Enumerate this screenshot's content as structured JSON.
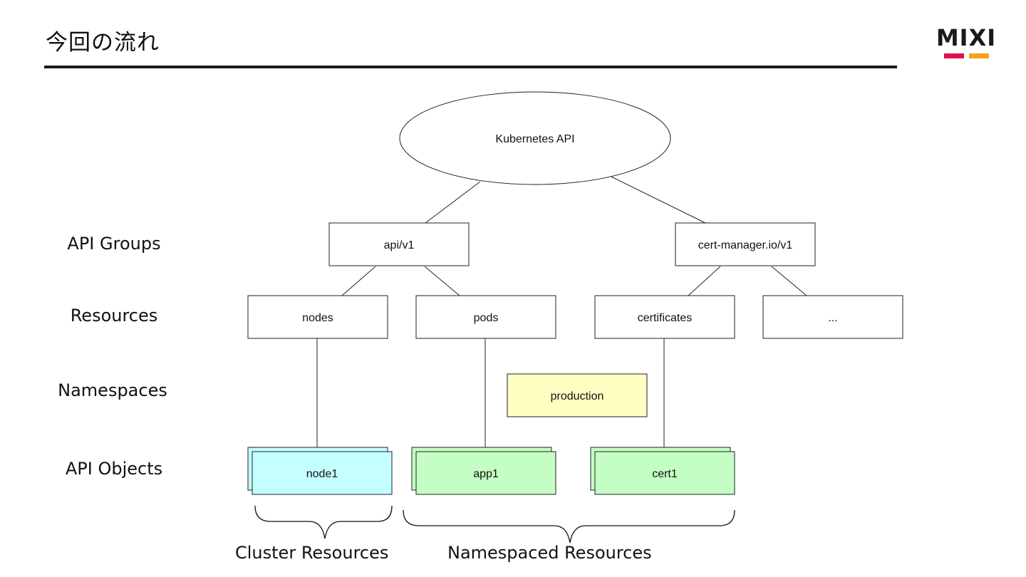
{
  "header": {
    "title": "今回の流れ",
    "logo_text": "MIXI",
    "logo_colors": {
      "bar_left": "#e0104f",
      "bar_right": "#f6a21b"
    }
  },
  "side_labels": {
    "api_groups": "API Groups",
    "resources": "Resources",
    "namespaces": "Namespaces",
    "api_objects": "API Objects"
  },
  "diagram": {
    "root": "Kubernetes API",
    "groups": {
      "core": "api/v1",
      "cert": "cert-manager.io/v1"
    },
    "resources": {
      "nodes": "nodes",
      "pods": "pods",
      "certificates": "certificates",
      "more": "..."
    },
    "namespace": "production",
    "objects": {
      "node1": "node1",
      "app1": "app1",
      "cert1": "cert1"
    },
    "colors": {
      "namespace_fill": "#ffffc4",
      "cluster_object_fill": "#c4feff",
      "namespaced_object_fill": "#c4fec4"
    }
  },
  "braces": {
    "cluster": "Cluster Resources",
    "namespaced": "Namespaced Resources"
  }
}
